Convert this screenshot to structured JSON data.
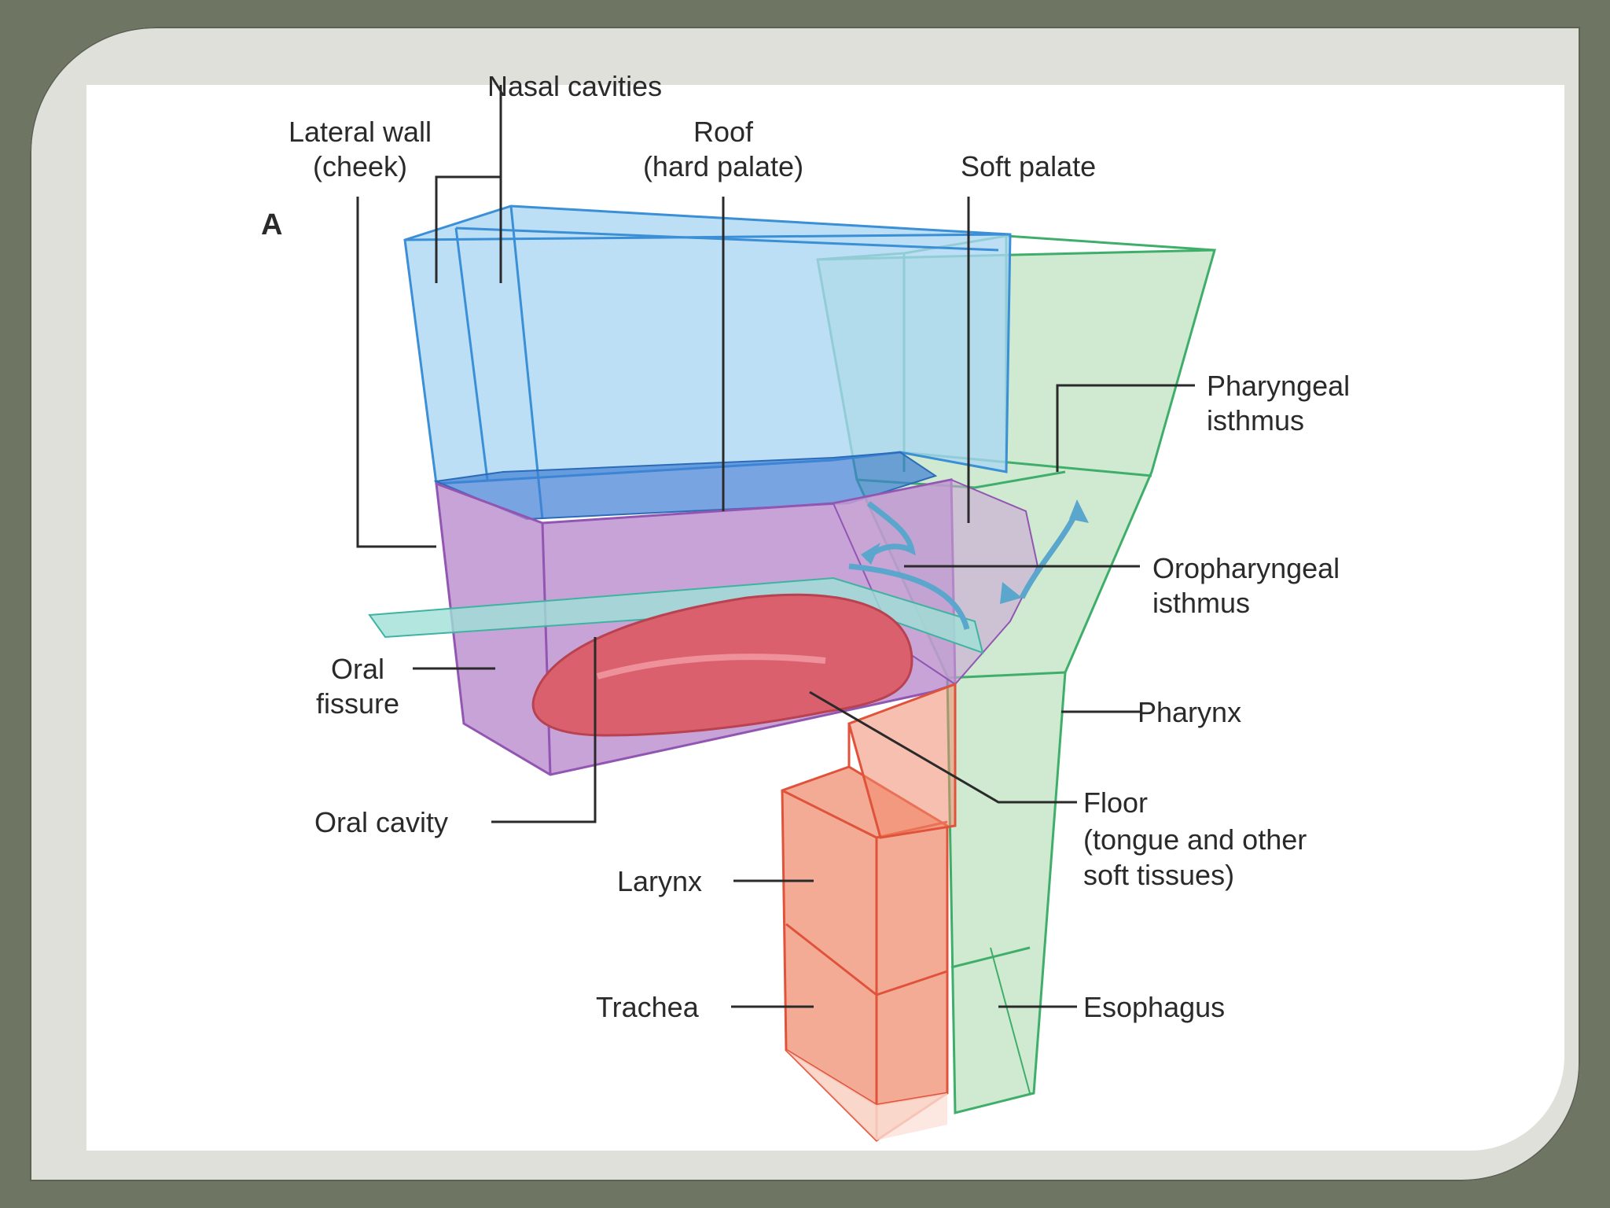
{
  "figure": {
    "panel_letter": "A",
    "labels": {
      "nasal_cavities": "Nasal cavities",
      "lateral_wall_1": "Lateral wall",
      "lateral_wall_2": "(cheek)",
      "roof_1": "Roof",
      "roof_2": "(hard palate)",
      "soft_palate": "Soft palate",
      "pharyngeal_isthmus_1": "Pharyngeal",
      "pharyngeal_isthmus_2": "isthmus",
      "oropharyngeal_isthmus_1": "Oropharyngeal",
      "oropharyngeal_isthmus_2": "isthmus",
      "oral_fissure_1": "Oral",
      "oral_fissure_2": "fissure",
      "pharynx": "Pharynx",
      "oral_cavity": "Oral cavity",
      "floor_1": "Floor",
      "floor_2": "(tongue and other",
      "floor_3": "soft tissues)",
      "larynx": "Larynx",
      "trachea": "Trachea",
      "esophagus": "Esophagus"
    },
    "colors": {
      "nasal_blue": "#a9d6f3",
      "nasal_edge": "#3a8fd6",
      "oral_purple": "#b27fc9",
      "pharynx_green": "#bfe3c2",
      "pharynx_edge": "#3fae6a",
      "airway_red": "#f08a6e",
      "airway_edge": "#e0533a",
      "tongue": "#d9606c",
      "arrow": "#5aa6cc"
    }
  }
}
